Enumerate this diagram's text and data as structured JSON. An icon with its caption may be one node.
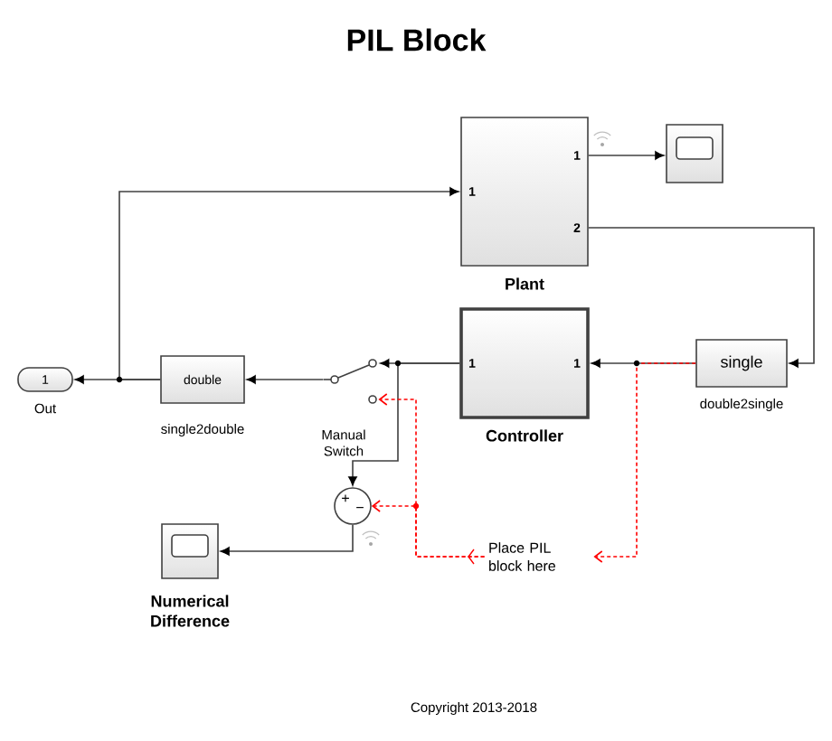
{
  "diagram": {
    "title": "PIL Block",
    "nodes": [
      {
        "text": [
          "Plant",
          "1",
          "1",
          "2"
        ]
      },
      {
        "text": [],
        "shape": "box"
      },
      {
        "text": [
          "Controller",
          "1",
          "1"
        ]
      },
      {
        "text": [
          "single"
        ],
        "beside": [
          "double2single"
        ]
      },
      {
        "text": [
          "double"
        ],
        "beside": [
          "single2double"
        ]
      },
      {
        "text": [
          "1"
        ],
        "beside": [
          "Out"
        ]
      },
      {
        "text": [
          "Manual Switch"
        ]
      },
      {
        "text": [
          "+",
          "−"
        ]
      },
      {
        "text": [],
        "shape": "box",
        "beside": [
          "Numerical Difference"
        ]
      },
      {
        "text": [
          "Place PIL block here"
        ]
      }
    ],
    "edges": [
      {
        "from": 0,
        "to": 1,
        "arrow": "to"
      },
      {
        "from": 0,
        "to": 3,
        "arrow": "to"
      },
      {
        "from": 3,
        "to": 2,
        "arrow": "to"
      },
      {
        "from": 2,
        "to": 6,
        "arrow": "to"
      },
      {
        "from": 2,
        "to": 7,
        "arrow": "to"
      },
      {
        "from": 6,
        "to": 4,
        "arrow": "to"
      },
      {
        "from": 4,
        "to": 5,
        "arrow": "to"
      },
      {
        "from": 4,
        "to": 0,
        "arrow": "to"
      },
      {
        "from": 7,
        "to": 8,
        "arrow": "to"
      },
      {
        "from": 3,
        "to": 9,
        "arrow": "to",
        "style": "dashed",
        "color": "#ff0000"
      },
      {
        "from": 9,
        "to": 6,
        "arrow": "to",
        "style": "dashed",
        "color": "#ff0000"
      },
      {
        "from": 9,
        "to": 7,
        "arrow": "to",
        "style": "dashed",
        "color": "#ff0000"
      }
    ],
    "labels": [
      "Copyright 2013-2018"
    ]
  }
}
